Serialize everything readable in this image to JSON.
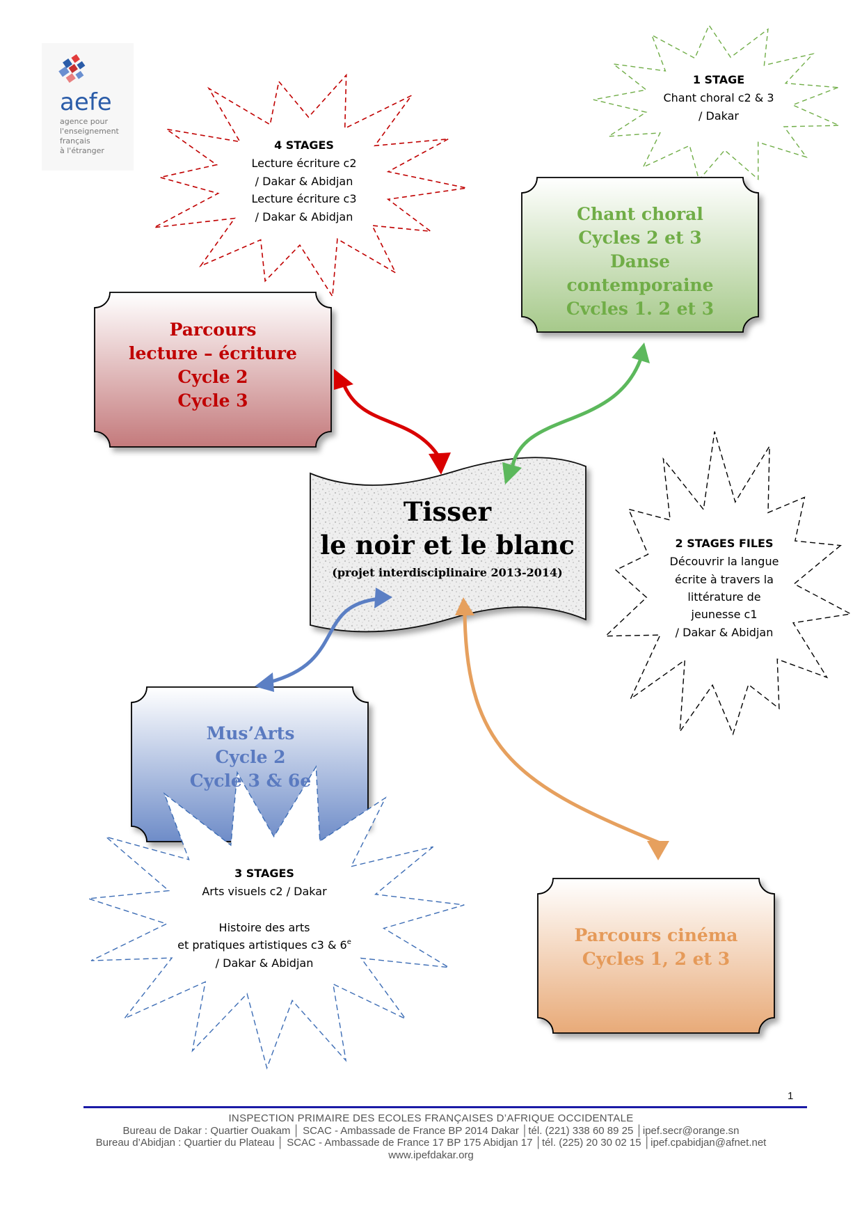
{
  "logo": {
    "name": "aefe",
    "tagline": [
      "agence pour",
      "l'enseignement",
      "français",
      "à l'étranger"
    ]
  },
  "center": {
    "title_line1": "Tisser",
    "title_line2": "le noir et le blanc",
    "subtitle": "(projet interdisciplinaire 2013-2014)"
  },
  "boxes": {
    "lecture": {
      "lines": [
        "Parcours",
        "lecture – écriture",
        "Cycle 2",
        "Cycle 3"
      ],
      "color": "#c00000"
    },
    "chant": {
      "lines": [
        "Chant choral",
        "Cycles 2 et 3",
        "Danse",
        "contemporaine",
        "Cvcles 1. 2 et 3"
      ],
      "color": "#70ad47"
    },
    "musarts": {
      "lines": [
        "Mus’Arts",
        "Cycle 2",
        "Cycle 3 & 6e"
      ],
      "color": "#5a7ac0"
    },
    "cinema": {
      "lines": [
        "Parcours cinéma",
        "Cycles 1, 2 et 3"
      ],
      "color": "#e59a59"
    }
  },
  "stars": {
    "lecture": {
      "lines": [
        "4 STAGES",
        "Lecture écriture c2",
        "/ Dakar & Abidjan",
        "Lecture écriture c3",
        "/ Dakar & Abidjan"
      ],
      "color": "#c00000"
    },
    "chant": {
      "lines": [
        "1 STAGE",
        "Chant choral c2 & 3",
        "/ Dakar"
      ],
      "color": "#70ad47"
    },
    "files": {
      "lines": [
        "2 STAGES FILES",
        "Découvrir la langue",
        "écrite à travers la",
        "littérature de",
        "jeunesse c1",
        "/ Dakar & Abidjan"
      ],
      "color": "#000000"
    },
    "arts": {
      "line1": "3 STAGES",
      "line2": "Arts visuels c2 / Dakar",
      "line3": "Histoire des arts",
      "line4": "et pratiques artistiques c3 & 6",
      "line4_sup": "e",
      "line5": "/ Dakar & Abidjan",
      "color": "#3d6db5"
    }
  },
  "arrows": {
    "red": "#d90000",
    "green": "#5cb85c",
    "blue": "#5b7fc4",
    "orange": "#e6a05e"
  },
  "page_number": "1",
  "footer": {
    "line1": "INSPECTION PRIMAIRE DES ECOLES FRANÇAISES D’AFRIQUE OCCIDENTALE",
    "line2": "Bureau de Dakar : Quartier Ouakam │ SCAC - Ambassade de France BP 2014 Dakar │tél. (221) 338 60 89 25 │ipef.secr@orange.sn",
    "line3": "Bureau d’Abidjan : Quartier du Plateau │ SCAC - Ambassade de France 17 BP 175 Abidjan 17 │tél. (225) 20 30 02 15 │ipef.cpabidjan@afnet.net",
    "line4": "www.ipefdakar.org"
  }
}
